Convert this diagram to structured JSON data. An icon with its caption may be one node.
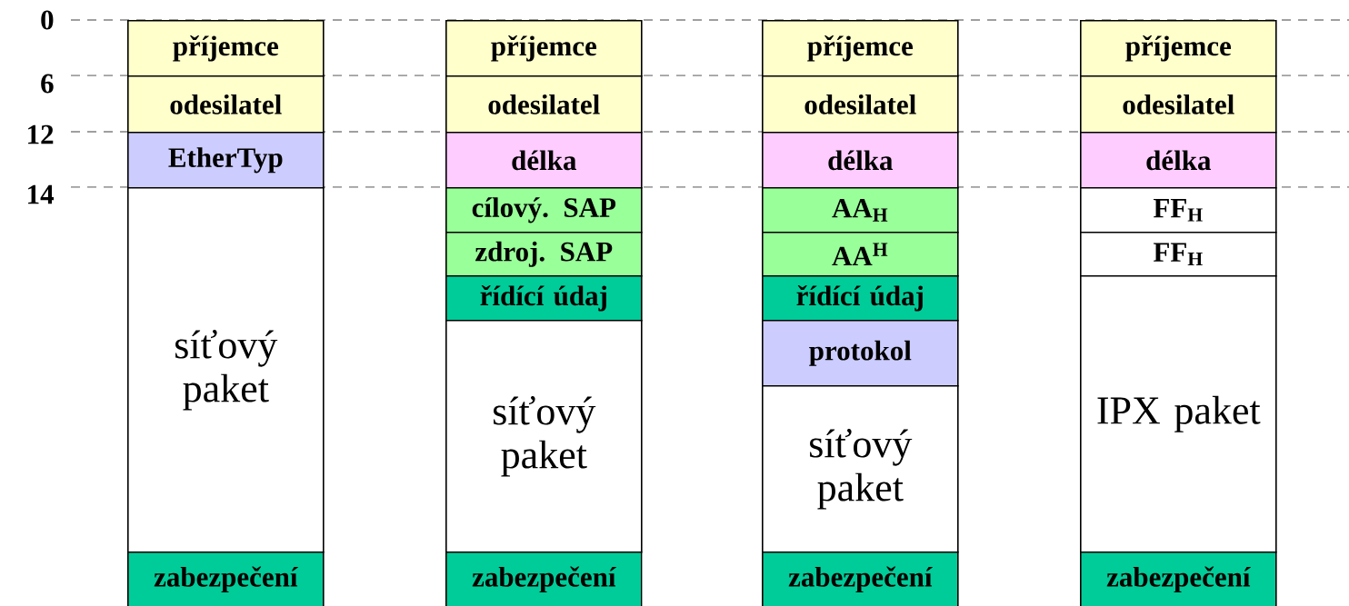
{
  "diagram": {
    "nodes": [
      {
        "text": [
          "příjemce"
        ]
      },
      {
        "text": [
          "odesilatel"
        ]
      },
      {
        "text": [
          "EtherTyp"
        ]
      },
      {
        "text": [
          "síťový paket"
        ]
      },
      {
        "text": [
          "zabezpečení"
        ]
      },
      {
        "text": [
          "příjemce"
        ]
      },
      {
        "text": [
          "odesilatel"
        ]
      },
      {
        "text": [
          "délka"
        ]
      },
      {
        "text": [
          "cílový. SAP"
        ]
      },
      {
        "text": [
          "zdroj. SAP"
        ]
      },
      {
        "text": [
          "řídící údaj"
        ]
      },
      {
        "text": [
          "síťový paket"
        ]
      },
      {
        "text": [
          "zabezpečení"
        ]
      },
      {
        "text": [
          "příjemce"
        ]
      },
      {
        "text": [
          "odesilatel"
        ]
      },
      {
        "text": [
          "délka"
        ]
      },
      {
        "text": [
          "AA$_{H}$"
        ]
      },
      {
        "text": [
          "AA$^{H}$"
        ]
      },
      {
        "text": [
          "řídící údaj"
        ]
      },
      {
        "text": [
          "protokol"
        ]
      },
      {
        "text": [
          "síťový paket"
        ]
      },
      {
        "text": [
          "zabezpečení"
        ]
      },
      {
        "text": [
          "příjemce"
        ]
      },
      {
        "text": [
          "odesilatel"
        ]
      },
      {
        "text": [
          "délka"
        ]
      },
      {
        "text": [
          "FF$_{H}$"
        ]
      },
      {
        "text": [
          "FF$_{H}$"
        ]
      },
      {
        "text": [
          "IPX paket"
        ]
      },
      {
        "text": [
          "zabezpečení"
        ]
      }
    ],
    "labels": [
      "0",
      "6",
      "12",
      "14"
    ]
  }
}
